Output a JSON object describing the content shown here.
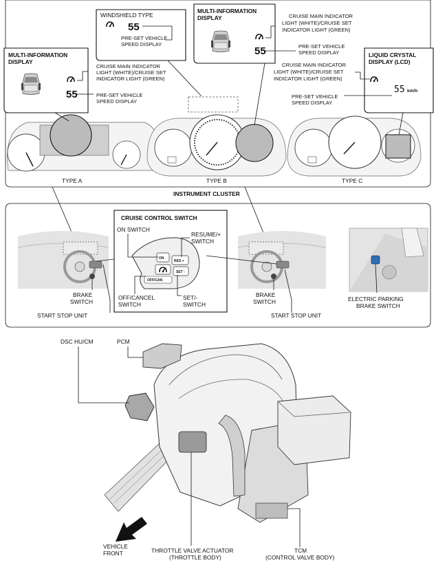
{
  "cluster": {
    "section_title": "INSTRUMENT CLUSTER",
    "type_a": "TYPE A",
    "type_b": "TYPE B",
    "type_c": "TYPE C",
    "windshield": {
      "title": "WINDSHIELD TYPE",
      "speed": "55",
      "preset_1": "PRE-SET VEHICLE",
      "preset_2": "SPEED DISPLAY"
    },
    "mid_a": {
      "title_1": "MULTI-INFORMATION",
      "title_2": "DISPLAY",
      "speed": "55"
    },
    "mid_b": {
      "title_1": "MULTI-INFORMATION",
      "title_2": "DISPLAY",
      "speed": "55"
    },
    "lcd": {
      "title_1": "LIQUID CRYSTAL",
      "title_2": "DISPLAY (LCD)",
      "speed": "55",
      "unit": "km/h"
    },
    "callouts": {
      "cruise_1": "CRUISE MAIN INDICATOR",
      "cruise_2": "LIGHT (WHITE)/CRUISE SET",
      "cruise_3": "INDICATOR LIGHT (GREEN)",
      "preset_1": "PRE-SET VEHICLE",
      "preset_2": "SPEED DISPLAY"
    }
  },
  "switches": {
    "panel_title": "CRUISE CONTROL SWITCH",
    "on_switch": "ON SWITCH",
    "resume_1": "RESUME/+",
    "resume_2": "SWITCH",
    "off_cancel_1": "OFF/CANCEL",
    "off_cancel_2": "SWITCH",
    "set_1": "SET/-",
    "set_2": "SWITCH",
    "btn_on": "ON",
    "btn_res": "RES +",
    "btn_off": "OFF/CAN",
    "btn_set": "SET -",
    "brake_1": "BRAKE",
    "brake_2": "SWITCH",
    "start_stop": "START STOP UNIT",
    "epb_1": "ELECTRIC PARKING",
    "epb_2": "BRAKE SWITCH"
  },
  "engine": {
    "dsc": "DSC HU/CM",
    "pcm": "PCM",
    "vehicle_front_1": "VEHICLE",
    "vehicle_front_2": "FRONT",
    "throttle_1": "THROTTLE VALVE ACTUATOR",
    "throttle_2": "(THROTTLE BODY)",
    "tcm_1": "TCM",
    "tcm_2": "(CONTROL VALVE BODY)"
  }
}
